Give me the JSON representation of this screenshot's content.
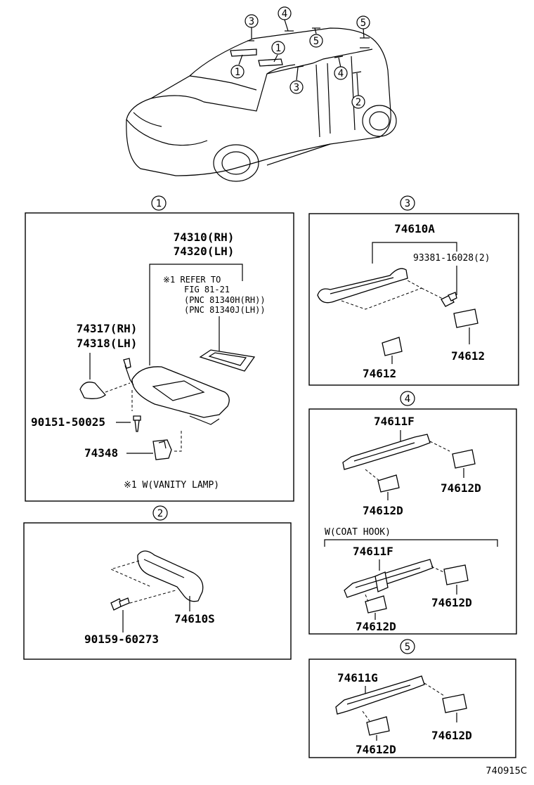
{
  "callouts": [
    "1",
    "2",
    "3",
    "4",
    "5"
  ],
  "section1": {
    "visor_rh": "74310(RH)",
    "visor_lh": "74320(LH)",
    "note_line1": "※1 REFER TO",
    "note_line2": "FIG 81-21",
    "note_line3": "(PNC 81340H(RH))",
    "note_line4": "(PNC 81340J(LH))",
    "holder_rh": "74317(RH)",
    "holder_lh": "74318(LH)",
    "screw": "90151-50025",
    "clip": "74348",
    "footnote": "※1 W(VANITY LAMP)"
  },
  "section2": {
    "grip": "74610S",
    "bolt": "90159-60273"
  },
  "section3": {
    "grip": "74610A",
    "bolt": "93381-16028(2)",
    "cover_a": "74612",
    "cover_b": "74612"
  },
  "section4": {
    "grip": "74611F",
    "cover_a": "74612D",
    "cover_b": "74612D",
    "variant_label": "W(COAT HOOK)",
    "grip_w": "74611F",
    "cover_w_a": "74612D",
    "cover_w_b": "74612D"
  },
  "section5": {
    "grip": "74611G",
    "cover_a": "74612D",
    "cover_b": "74612D"
  },
  "figure_id": "740915C"
}
